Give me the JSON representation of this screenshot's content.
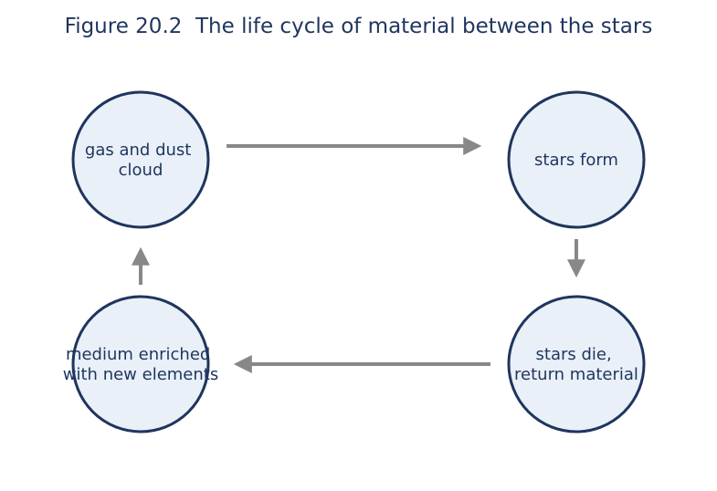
{
  "figure": {
    "title": "Figure 20.2  The life cycle of material between the stars"
  },
  "nodes": {
    "gas_dust": {
      "lines": [
        "gas and dust",
        "cloud"
      ]
    },
    "stars_form": {
      "lines": [
        "stars form"
      ]
    },
    "stars_die": {
      "lines": [
        "stars die,",
        "return material"
      ]
    },
    "medium": {
      "lines": [
        "medium enriched",
        "with new elements"
      ]
    }
  },
  "colors": {
    "node_fill": "#e9f0f8",
    "node_stroke": "#1f355e",
    "text": "#1f355e",
    "arrow": "#888888"
  }
}
